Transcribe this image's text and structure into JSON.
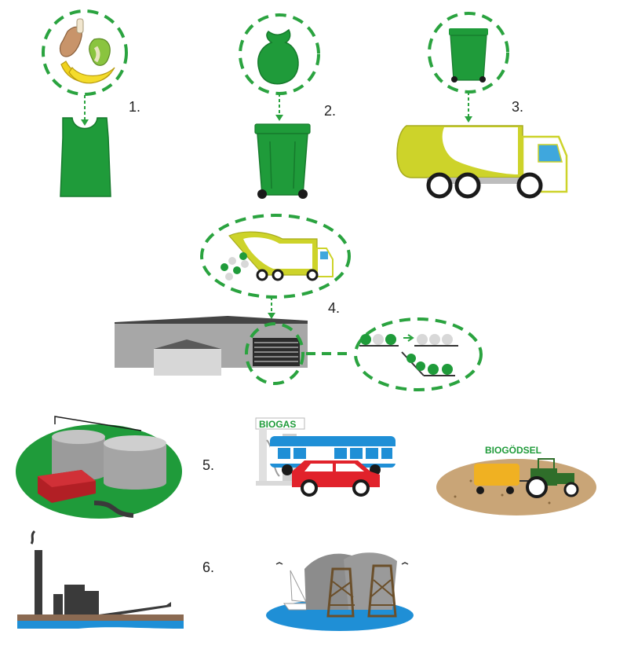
{
  "steps": [
    {
      "label": "1."
    },
    {
      "label": "2."
    },
    {
      "label": "3."
    },
    {
      "label": "4."
    },
    {
      "label": "5."
    },
    {
      "label": "6."
    }
  ],
  "signs": {
    "biogas": "BIOGAS",
    "biogodsel": "BIOGÖDSEL"
  },
  "colors": {
    "green": "#239b3a",
    "dashed_green": "#2aa33f",
    "truck_yellow": "#cdd32a",
    "biogas_blue": "#1f8fd6",
    "car_red": "#e1222b",
    "facility_grey": "#9e9e9e",
    "field_brown": "#c9a577"
  },
  "icons": [
    "food-scraps-icon",
    "green-bag-icon",
    "green-bin-icon",
    "garbage-truck-icon",
    "sorting-facility-icon",
    "bag-sorting-icon",
    "biogas-tanks-icon",
    "biogas-station-icon",
    "tractor-icon",
    "power-plant-icon",
    "industry-harbor-icon"
  ]
}
